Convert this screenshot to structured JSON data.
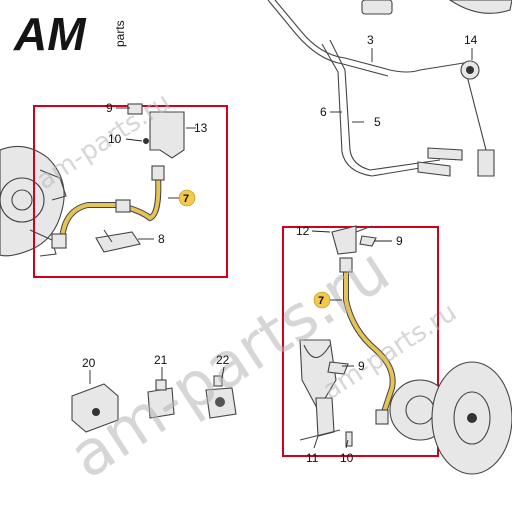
{
  "logo": {
    "brand": "AM",
    "suffix": "parts"
  },
  "watermarks": {
    "big": "am-parts.ru",
    "small": "am-parts.ru"
  },
  "callouts": [
    {
      "id": "c9a",
      "text": "9"
    },
    {
      "id": "c10a",
      "text": "10"
    },
    {
      "id": "c13",
      "text": "13"
    },
    {
      "id": "c7a",
      "text": "7"
    },
    {
      "id": "c8",
      "text": "8"
    },
    {
      "id": "c3",
      "text": "3"
    },
    {
      "id": "c14",
      "text": "14"
    },
    {
      "id": "c6",
      "text": "6"
    },
    {
      "id": "c5",
      "text": "5"
    },
    {
      "id": "c12",
      "text": "12"
    },
    {
      "id": "c9b",
      "text": "9"
    },
    {
      "id": "c7b",
      "text": "7"
    },
    {
      "id": "c9c",
      "text": "9"
    },
    {
      "id": "c20",
      "text": "20"
    },
    {
      "id": "c21",
      "text": "21"
    },
    {
      "id": "c22",
      "text": "22"
    },
    {
      "id": "c11",
      "text": "11"
    },
    {
      "id": "c10b",
      "text": "10"
    }
  ],
  "colors": {
    "highlight_box": "#d0021b",
    "hose": "#e6c356",
    "badge": "#f2c94c"
  }
}
